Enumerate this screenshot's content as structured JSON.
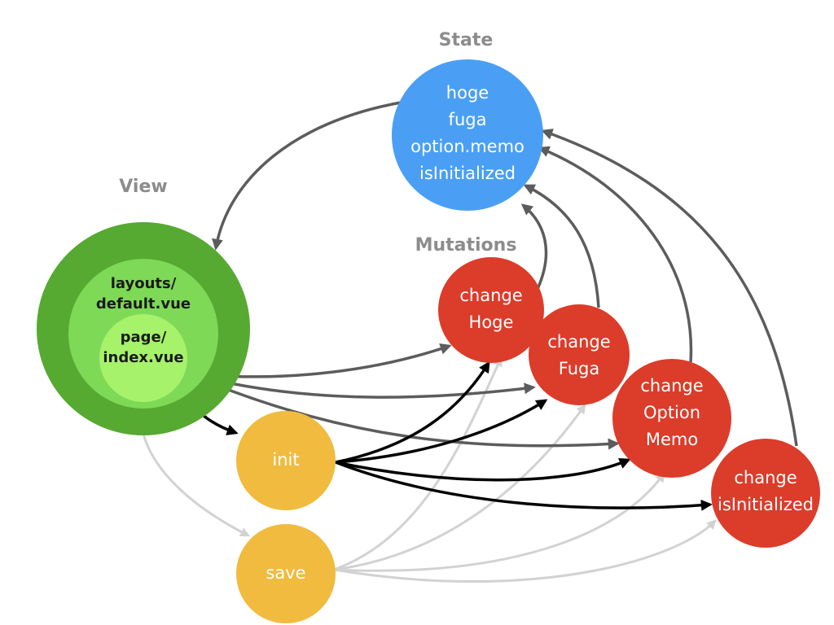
{
  "sections": {
    "state": "State",
    "view": "View",
    "mutations": "Mutations"
  },
  "state": {
    "items": [
      "hoge",
      "fuga",
      "option.memo",
      "isInitialized"
    ]
  },
  "view": {
    "layout_line1": "layouts/",
    "layout_line2": "default.vue",
    "page_line1": "page/",
    "page_line2": "index.vue"
  },
  "actions": {
    "init": "init",
    "save": "save"
  },
  "mutations": [
    {
      "line1": "change",
      "line2": "Hoge"
    },
    {
      "line1": "change",
      "line2": "Fuga"
    },
    {
      "line1": "change",
      "line2": "Option",
      "line3": "Memo"
    },
    {
      "line1": "change",
      "line2": "isInitialized"
    }
  ],
  "colors": {
    "state": "#4a9ff5",
    "view_outer": "#56a931",
    "view_middle": "#7ed957",
    "view_inner": "#a6f26a",
    "action": "#f0bb3f",
    "mutation": "#dc3c2a",
    "section_label": "#8c8c8c",
    "edge_dark": "#5c5c5c",
    "edge_black": "#000000",
    "edge_light": "#d2d2d2"
  }
}
